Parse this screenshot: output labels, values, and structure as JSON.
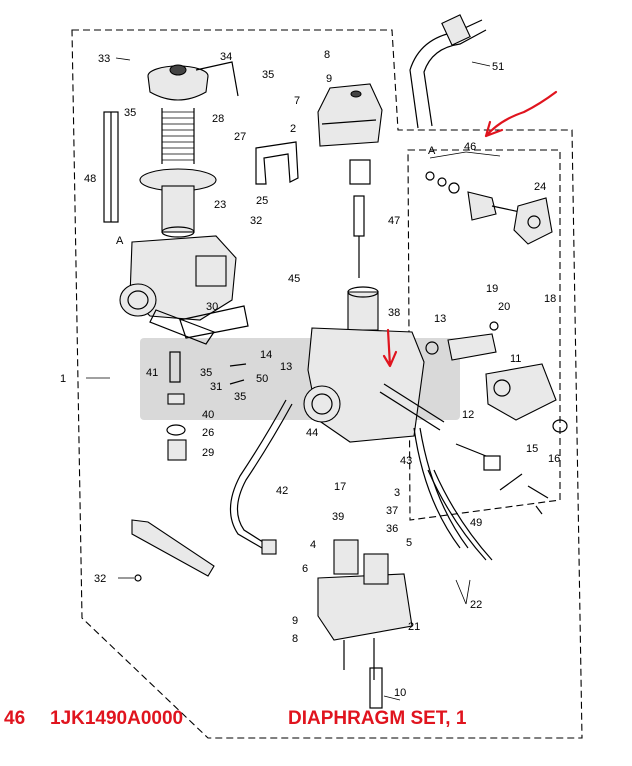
{
  "callouts": [
    {
      "id": "c33",
      "text": "33"
    },
    {
      "id": "c34",
      "text": "34"
    },
    {
      "id": "c35a",
      "text": "35"
    },
    {
      "id": "c35b",
      "text": "35"
    },
    {
      "id": "c28",
      "text": "28"
    },
    {
      "id": "c48",
      "text": "48"
    },
    {
      "id": "c23",
      "text": "23"
    },
    {
      "id": "cA1",
      "text": "A"
    },
    {
      "id": "c8a",
      "text": "8"
    },
    {
      "id": "c9a",
      "text": "9"
    },
    {
      "id": "c7",
      "text": "7"
    },
    {
      "id": "c2",
      "text": "2"
    },
    {
      "id": "c27",
      "text": "27"
    },
    {
      "id": "c25",
      "text": "25"
    },
    {
      "id": "c32a",
      "text": "32"
    },
    {
      "id": "c51",
      "text": "51"
    },
    {
      "id": "cA2",
      "text": "A"
    },
    {
      "id": "c46",
      "text": "46"
    },
    {
      "id": "c24",
      "text": "24"
    },
    {
      "id": "c47",
      "text": "47"
    },
    {
      "id": "c18",
      "text": "18"
    },
    {
      "id": "c45",
      "text": "45"
    },
    {
      "id": "c30",
      "text": "30"
    },
    {
      "id": "c19",
      "text": "19"
    },
    {
      "id": "c20",
      "text": "20"
    },
    {
      "id": "c38",
      "text": "38"
    },
    {
      "id": "c13a",
      "text": "13"
    },
    {
      "id": "c13b",
      "text": "13"
    },
    {
      "id": "c14",
      "text": "14"
    },
    {
      "id": "c11",
      "text": "11"
    },
    {
      "id": "c1",
      "text": "1"
    },
    {
      "id": "c41",
      "text": "41"
    },
    {
      "id": "c35c",
      "text": "35"
    },
    {
      "id": "c31",
      "text": "31"
    },
    {
      "id": "c35d",
      "text": "35"
    },
    {
      "id": "c50",
      "text": "50"
    },
    {
      "id": "c40",
      "text": "40"
    },
    {
      "id": "c26",
      "text": "26"
    },
    {
      "id": "c29",
      "text": "29"
    },
    {
      "id": "c12",
      "text": "12"
    },
    {
      "id": "c44",
      "text": "44"
    },
    {
      "id": "c15",
      "text": "15"
    },
    {
      "id": "c16",
      "text": "16"
    },
    {
      "id": "c43",
      "text": "43"
    },
    {
      "id": "c42",
      "text": "42"
    },
    {
      "id": "c17",
      "text": "17"
    },
    {
      "id": "c3",
      "text": "3"
    },
    {
      "id": "c39",
      "text": "39"
    },
    {
      "id": "c37",
      "text": "37"
    },
    {
      "id": "c36",
      "text": "36"
    },
    {
      "id": "c49",
      "text": "49"
    },
    {
      "id": "c4",
      "text": "4"
    },
    {
      "id": "c5",
      "text": "5"
    },
    {
      "id": "c6",
      "text": "6"
    },
    {
      "id": "c32b",
      "text": "32"
    },
    {
      "id": "c22",
      "text": "22"
    },
    {
      "id": "c9b",
      "text": "9"
    },
    {
      "id": "c8b",
      "text": "8"
    },
    {
      "id": "c21",
      "text": "21"
    },
    {
      "id": "c10",
      "text": "10"
    }
  ],
  "caption": {
    "ref": "46",
    "part_number": "1JK1490A0000",
    "description": "DIAPHRAGM SET, 1"
  },
  "colors": {
    "annotation": "#e0141e",
    "line": "#000000",
    "watermark": "#8a8a8a"
  },
  "icons": [
    "red-arrow-icon",
    "red-check-mark-icon",
    "watermark-logo"
  ]
}
